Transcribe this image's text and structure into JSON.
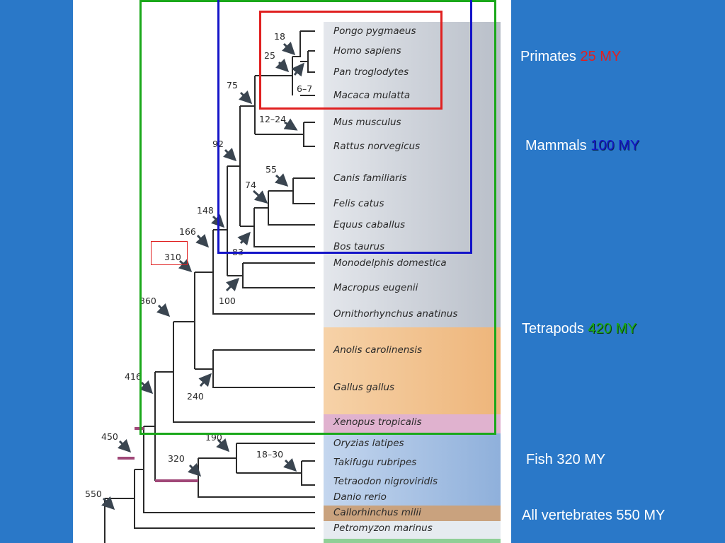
{
  "colors": {
    "background": "#2a78c8",
    "primates_box": "#e02020",
    "mammals_box": "#1414c8",
    "tetrapods_box": "#1aa81a",
    "node_310_box": "#e02020",
    "fish_branch": "#a04878",
    "band_mammals": "#c9ced6",
    "band_sauropsids": "#f2c38f",
    "band_amphibians": "#e0b2cf",
    "band_fish": "#9fbde0",
    "band_chondrichthyes": "#c9a27e",
    "band_lamprey": "#e6ebf0",
    "band_outgroup": "#8fcf96"
  },
  "species": [
    {
      "name": "Pongo pygmaeus"
    },
    {
      "name": "Homo sapiens"
    },
    {
      "name": "Pan troglodytes"
    },
    {
      "name": "Macaca mulatta"
    },
    {
      "name": "Mus musculus"
    },
    {
      "name": "Rattus norvegicus"
    },
    {
      "name": "Canis familiaris"
    },
    {
      "name": "Felis catus"
    },
    {
      "name": "Equus caballus"
    },
    {
      "name": "Bos taurus"
    },
    {
      "name": "Monodelphis domestica"
    },
    {
      "name": "Macropus eugenii"
    },
    {
      "name": "Ornithorhynchus anatinus"
    },
    {
      "name": "Anolis carolinensis"
    },
    {
      "name": "Gallus gallus"
    },
    {
      "name": "Xenopus tropicalis"
    },
    {
      "name": "Oryzias latipes"
    },
    {
      "name": "Takifugu rubripes"
    },
    {
      "name": "Tetraodon nigroviridis"
    },
    {
      "name": "Danio rerio"
    },
    {
      "name": "Callorhinchus milii"
    },
    {
      "name": "Petromyzon marinus"
    }
  ],
  "node_labels": [
    "18",
    "25",
    "6–7",
    "75",
    "12–24",
    "92",
    "55",
    "74",
    "148",
    "166",
    "83",
    "310",
    "100",
    "360",
    "416",
    "240",
    "450",
    "190",
    "18–30",
    "320",
    "550"
  ],
  "annotations": {
    "primates": {
      "text": "Primates",
      "age": "25 MY"
    },
    "mammals": {
      "text": "Mammals",
      "age": "100 MY"
    },
    "tetrapods": {
      "text": "Tetrapods",
      "age": "420 MY"
    },
    "fish": {
      "text": "Fish 320 MY"
    },
    "vertebrates": {
      "text": "All vertebrates 550 MY"
    }
  }
}
